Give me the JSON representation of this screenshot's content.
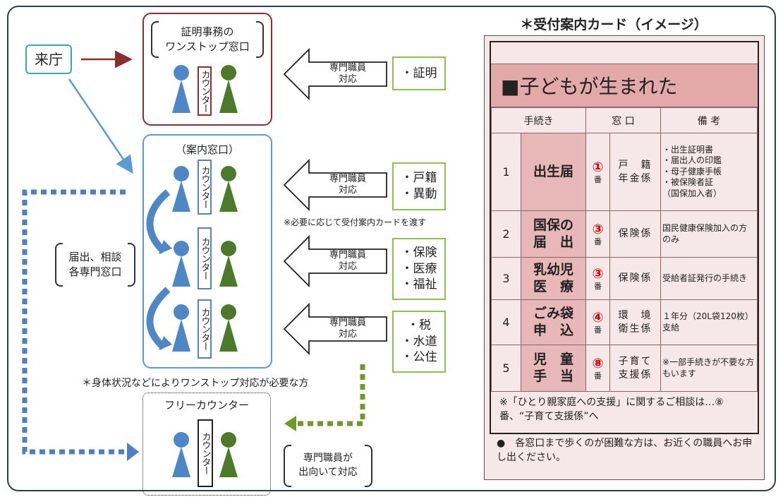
{
  "visitor_label": "来庁",
  "onestop": {
    "title_line1": "証明事務の",
    "title_line2": "ワンストップ窓口",
    "counter": "カウンター"
  },
  "guide": {
    "title": "（案内窓口）",
    "counter": "カウンター"
  },
  "consult_label": {
    "line1": "届出、相談",
    "line2": "各専門窓口"
  },
  "free": {
    "title": "フリーカウンター",
    "counter": "カウンター"
  },
  "staff_arrow": {
    "line1": "専門職員",
    "line2": "対応"
  },
  "service_boxes": {
    "certificate": {
      "line1": "・証明"
    },
    "family": {
      "line1": "・戸籍",
      "line2": "・異動"
    },
    "insurance": {
      "line1": "・保険",
      "line2": "・医療",
      "line3": "・福祉"
    },
    "tax": {
      "line1": "・税",
      "line2": "・水道",
      "line3": "・公住"
    }
  },
  "card_note": "※必要に応じて受付案内カードを渡す",
  "physical_note": "＊身体状況などによりワンストップ対応が必要な方",
  "outreach": {
    "line1": "専門職員が",
    "line2": "出向いて対応"
  },
  "card": {
    "heading": "＊受付案内カード（イメージ）",
    "title": "■子どもが生まれた",
    "headers": {
      "procedure": "手続き",
      "window": "窓 口",
      "remarks": "備 考"
    },
    "rows": [
      {
        "num": "1",
        "name1": "出生届",
        "name2": "",
        "window_num": "①",
        "window_suffix": "番",
        "section1": "戸　籍",
        "section2": "年金係",
        "note": "・出生証明書\n・届出人の印鑑\n・母子健康手帳\n・被保険者証\n（国保加入者）"
      },
      {
        "num": "2",
        "name1": "国保の",
        "name2": "届　出",
        "window_num": "③",
        "window_suffix": "番",
        "section1": "保険係",
        "section2": "",
        "note": "国民健康保険加入の方のみ"
      },
      {
        "num": "3",
        "name1": "乳幼児",
        "name2": "医　療",
        "window_num": "③",
        "window_suffix": "番",
        "section1": "保険係",
        "section2": "",
        "note": "受給者証発行の手続き"
      },
      {
        "num": "4",
        "name1": "ごみ袋",
        "name2": "申　込",
        "window_num": "④",
        "window_suffix": "番",
        "section1": "環　境",
        "section2": "衛生係",
        "note": "１年分（20L袋120枚）支給"
      },
      {
        "num": "5",
        "name1": "児　童",
        "name2": "手　当",
        "window_num": "⑧",
        "window_suffix": "番",
        "section1": "子育て",
        "section2": "支援係",
        "note": "※一部手続きが不要な方もいます"
      }
    ],
    "footer1": "※「ひとり親家庭への支援」に関するご相談は…⑧番、“子育て支援係”へ",
    "footer2": "●　各窓口まで歩くのが困難な方は、お近くの職員へお申し出ください。"
  },
  "colors": {
    "frame": "#2f3e50",
    "visitor": "#3aa9a3",
    "onestop": "#8b2e2e",
    "guide": "#5b9bd5",
    "service": "#8cc24a",
    "staff_green": "#4a7a2a",
    "staff_blue": "#4f86c6",
    "card_bg": "#f6e8e8",
    "card_title": "#e3a8a8",
    "dot_blue": "#4f7fc0",
    "dot_green": "#6f9a2a"
  }
}
